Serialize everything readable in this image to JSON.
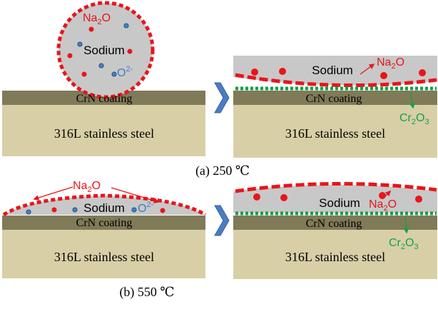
{
  "colors": {
    "sodium_fill": "#c8c8c8",
    "coating_fill": "#7f7a58",
    "steel_fill": "#d8cfa6",
    "oxide_red": "#e8151b",
    "oxygen_blue": "#3f7fc0",
    "chromia_green": "#16a048",
    "arrow_fill": "#4a7cc4"
  },
  "labels": {
    "steel": "316L stainless steel",
    "coating": "CrN coating",
    "sodium": "Sodium",
    "na2o_base": "Na",
    "na2o_sub": "2",
    "na2o_tail": "O",
    "o2_base": "O",
    "o2_sup": "2-",
    "cr2o3_a": "Cr",
    "cr2o3_sub1": "2",
    "cr2o3_b": "O",
    "cr2o3_sub2": "3"
  },
  "panels": [
    {
      "caption": "(a) 250 ℃"
    },
    {
      "caption": "(b) 550 ℃"
    }
  ]
}
